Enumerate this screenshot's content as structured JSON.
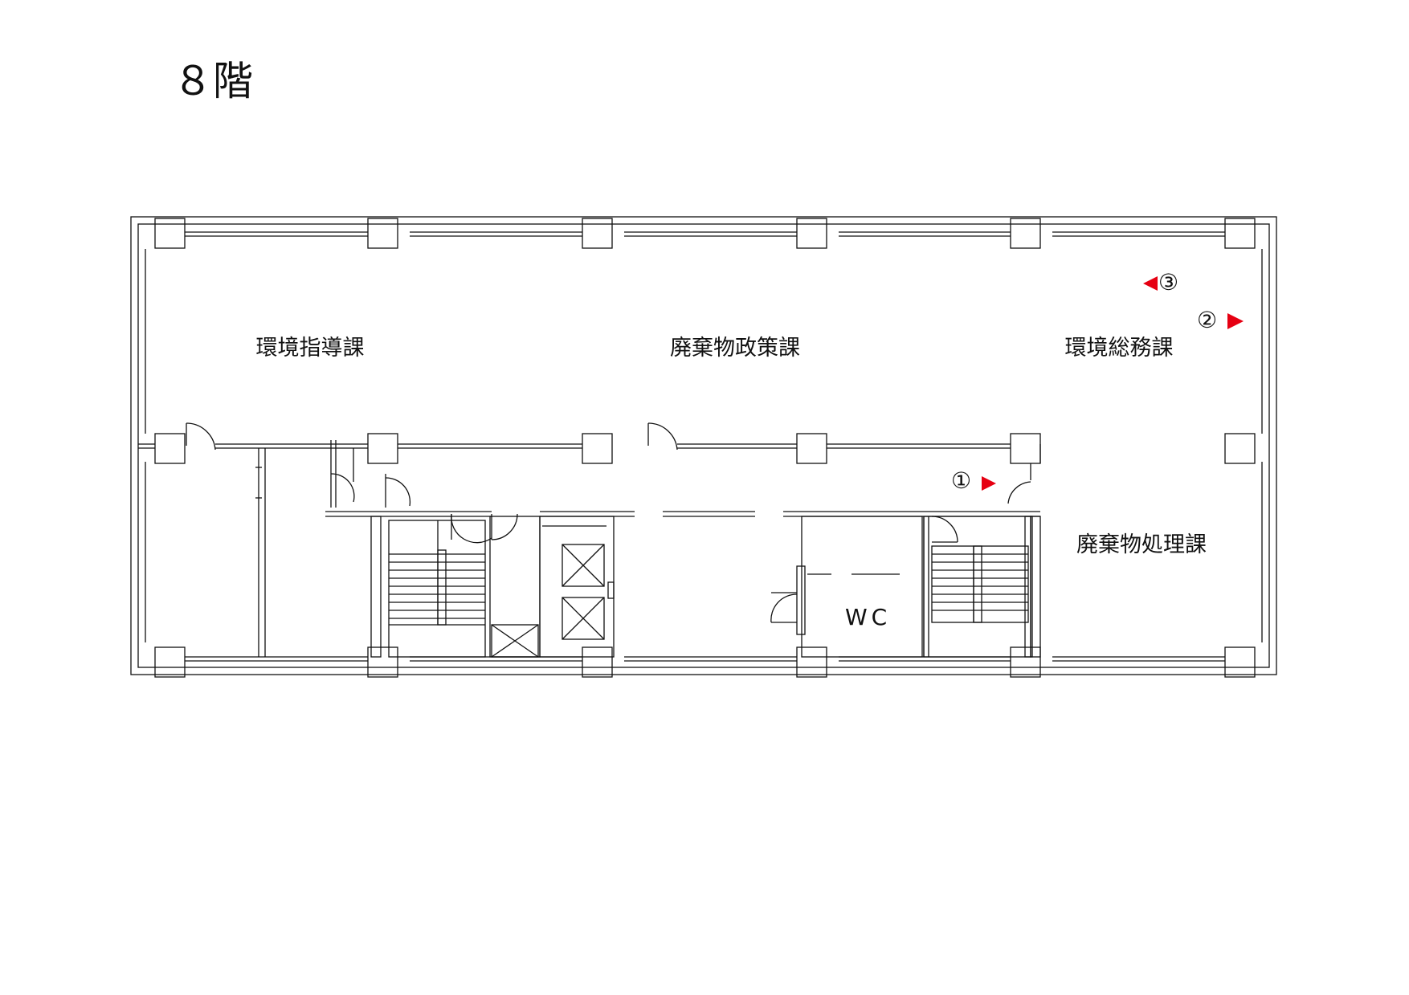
{
  "floor_title": "８階",
  "rooms": {
    "environment_guidance": "環境指導課",
    "waste_policy": "廃棄物政策課",
    "environment_general_affairs": "環境総務課",
    "waste_treatment": "廃棄物処理課",
    "wc": "WC"
  },
  "markers": [
    {
      "label": "①",
      "direction": "right",
      "color": "#e60012"
    },
    {
      "label": "②",
      "direction": "right",
      "color": "#e60012"
    },
    {
      "label": "③",
      "direction": "left",
      "color": "#e60012"
    }
  ],
  "colors": {
    "line": "#111111",
    "marker": "#e60012",
    "background": "#ffffff"
  }
}
